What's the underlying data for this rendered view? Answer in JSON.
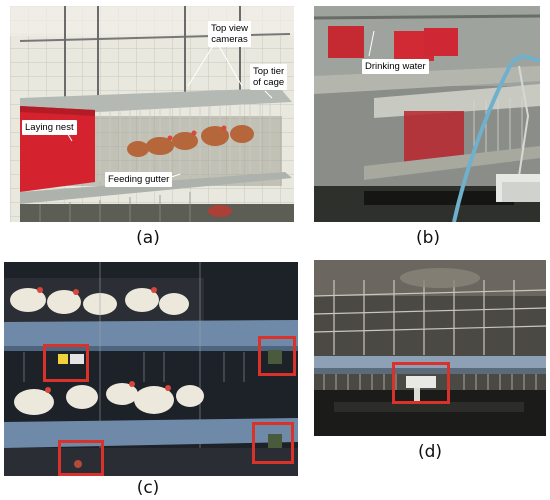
{
  "panel_a": {
    "caption": "(a)",
    "labels": {
      "top_view_cameras_l1": "Top view",
      "top_view_cameras_l2": "cameras",
      "top_tier_l1": "Top tier",
      "top_tier_l2": "of cage",
      "laying_nest": "Laying nest",
      "feeding_gutter": "Feeding gutter"
    }
  },
  "panel_b": {
    "caption": "(b)",
    "labels": {
      "drinking_water": "Drinking water"
    }
  },
  "panel_c": {
    "caption": "(c)"
  },
  "panel_d": {
    "caption": "(d)"
  },
  "colors": {
    "highlight": "#d8322b",
    "nest_red": "#d4222e",
    "cage_blue": "#6f8aa8"
  }
}
